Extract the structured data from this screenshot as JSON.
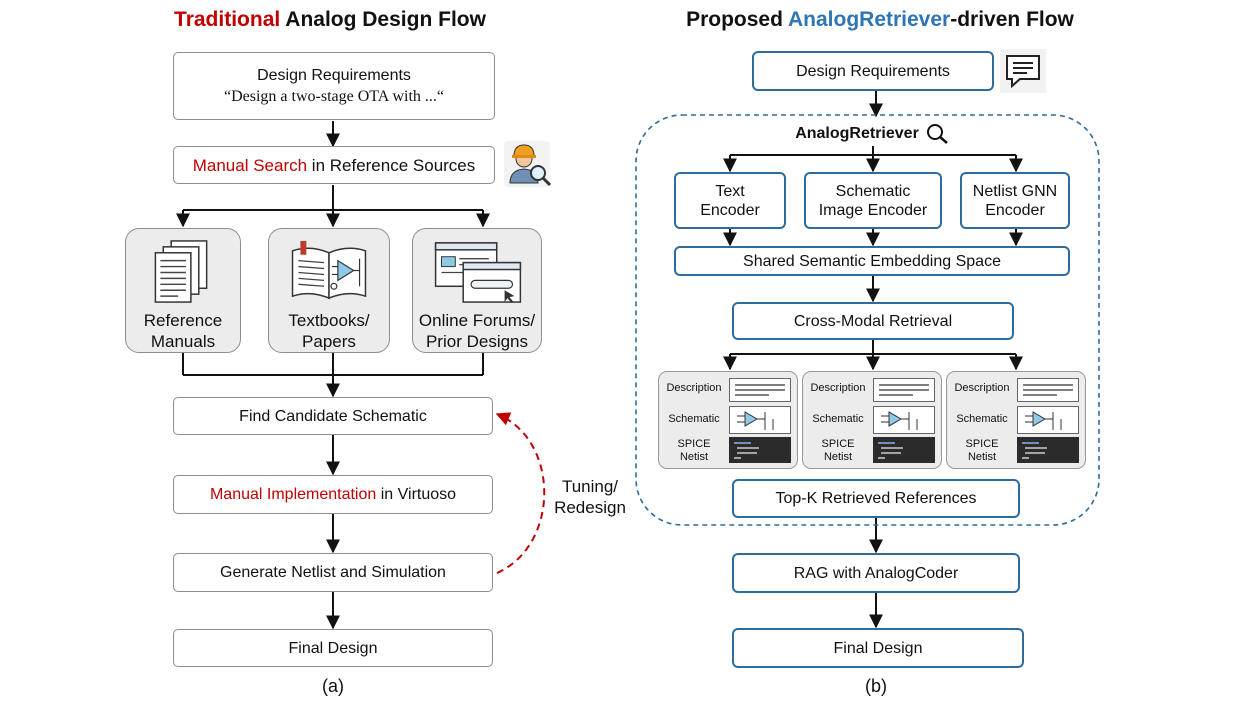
{
  "left": {
    "title_highlight": "Traditional",
    "title_rest": " Analog Design Flow",
    "req_title": "Design Requirements",
    "req_quote": "“Design a two-stage OTA with ...“",
    "search_highlight": "Manual Search",
    "search_rest": " in Reference Sources",
    "sources": [
      {
        "label": "Reference\nManuals"
      },
      {
        "label": "Textbooks/\nPapers"
      },
      {
        "label": "Online Forums/\nPrior Designs"
      }
    ],
    "find": "Find Candidate Schematic",
    "impl_highlight": "Manual Implementation",
    "impl_rest": " in Virtuoso",
    "netlist": "Generate Netlist and Simulation",
    "final": "Final Design",
    "loop_label": "Tuning/\nRedesign",
    "caption": "(a)"
  },
  "right": {
    "title_pre": "Proposed ",
    "title_highlight": "AnalogRetriever",
    "title_post": "-driven Flow",
    "req": "Design Requirements",
    "system_name": "AnalogRetriever",
    "encoders": [
      "Text\nEncoder",
      "Schematic\nImage Encoder",
      "Netlist GNN\nEncoder"
    ],
    "embedding": "Shared Semantic Embedding Space",
    "retrieval": "Cross-Modal Retrieval",
    "card_rows": [
      "Description",
      "Schematic",
      "SPICE\nNetist"
    ],
    "topk": "Top-K Retrieved References",
    "rag": "RAG with AnalogCoder",
    "final": "Final Design",
    "caption": "(b)"
  },
  "colors": {
    "highlight_red": "#c00000",
    "highlight_blue": "#2e75b6",
    "box_blue": "#2e6c9e",
    "loop_red": "#c00000"
  }
}
